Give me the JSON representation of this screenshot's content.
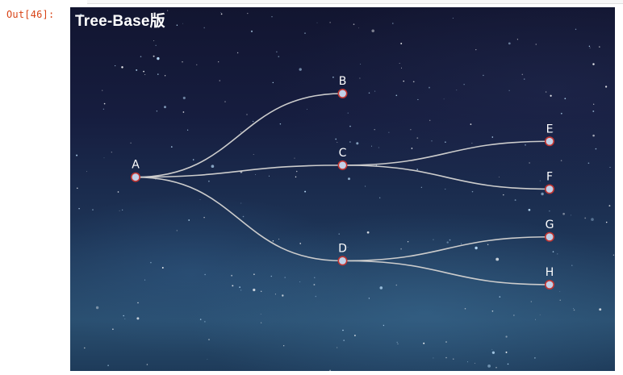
{
  "cell": {
    "prompt": "Out[46]:"
  },
  "chart_data": {
    "type": "tree",
    "title": "Tree-Base版",
    "orient": "left-to-right",
    "root": {
      "name": "A",
      "children": [
        {
          "name": "B",
          "children": []
        },
        {
          "name": "C",
          "children": [
            {
              "name": "E",
              "children": []
            },
            {
              "name": "F",
              "children": []
            }
          ]
        },
        {
          "name": "D",
          "children": [
            {
              "name": "G",
              "children": []
            },
            {
              "name": "H",
              "children": []
            }
          ]
        }
      ]
    },
    "colors": {
      "node_fill": "#c2d1e8",
      "node_border": "#c23531",
      "edge": "#cccccc",
      "label": "#ffffff"
    },
    "background": "starry night sky"
  }
}
